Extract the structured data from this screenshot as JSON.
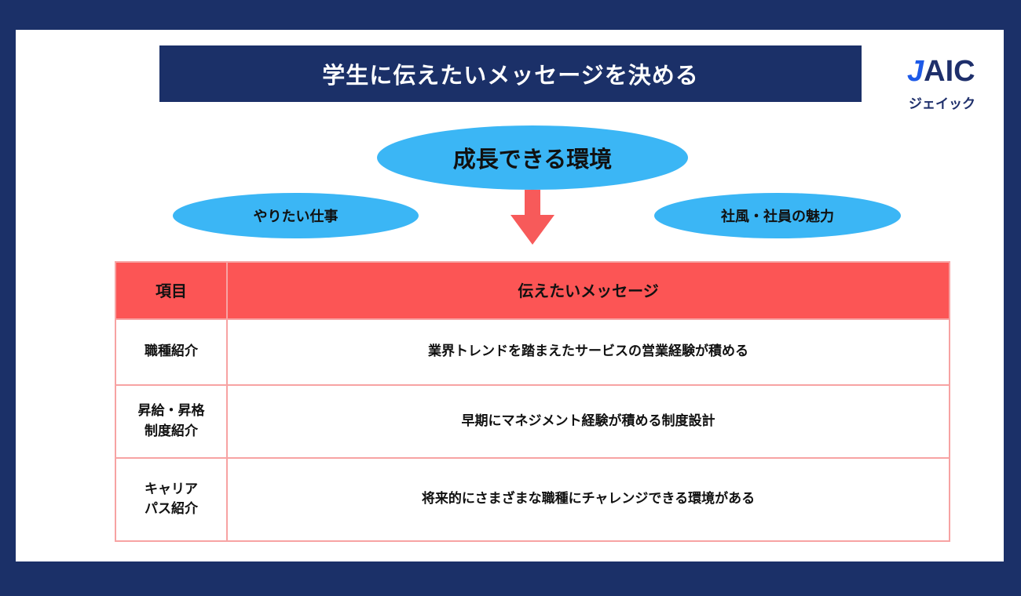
{
  "title": "学生に伝えたいメッセージを決める",
  "logo": {
    "en_prefix": "J",
    "en_rest": "AIC",
    "jp": "ジェイック"
  },
  "ellipses": {
    "main": "成長できる環境",
    "left": "やりたい仕事",
    "right": "社風・社員の魅力"
  },
  "colors": {
    "navy": "#1b3068",
    "ellipse": "#3bb6f5",
    "header": "#fc5555",
    "arrow": "#f75a5a"
  },
  "table": {
    "headers": [
      "項目",
      "伝えたいメッセージ"
    ],
    "rows": [
      {
        "item": "職種紹介",
        "message": "業界トレンドを踏まえたサービスの営業経験が積める"
      },
      {
        "item": "昇給・昇格\n制度紹介",
        "message": "早期にマネジメント経験が積める制度設計"
      },
      {
        "item": "キャリア\nパス紹介",
        "message": "将来的にさまざまな職種にチャレンジできる環境がある"
      }
    ]
  }
}
